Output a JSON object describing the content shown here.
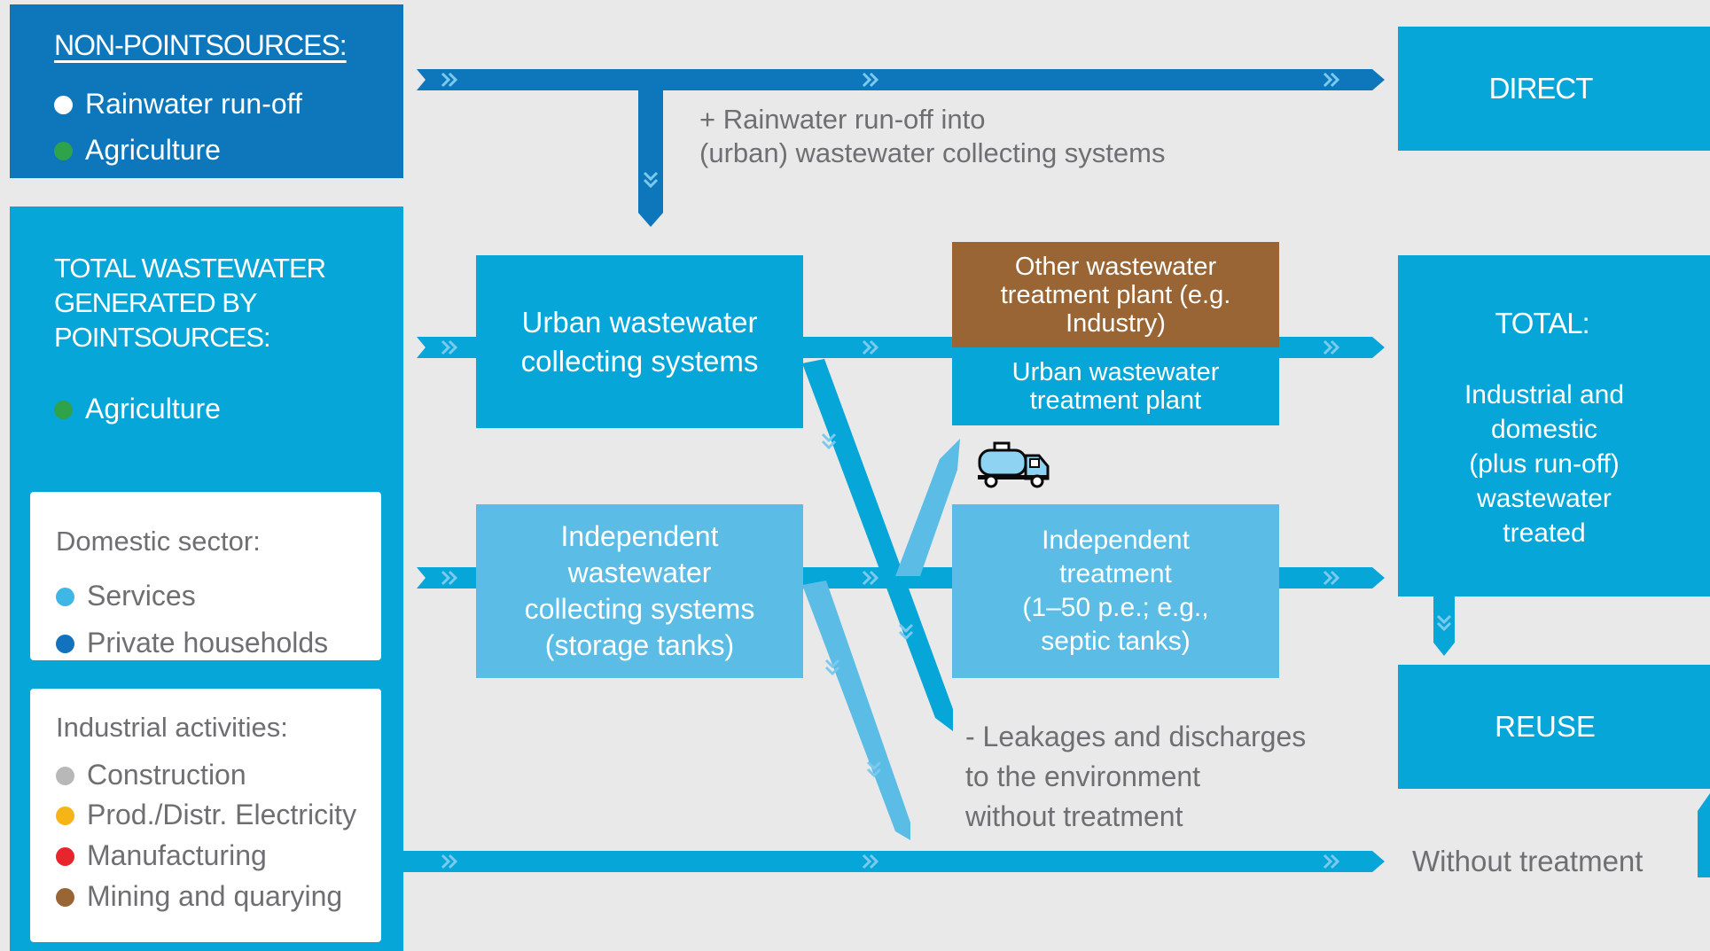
{
  "non_point": {
    "title": "NON-POINTSOURCES:",
    "items": [
      {
        "label": "Rainwater run-off",
        "color": "#ffffff"
      },
      {
        "label": "Agriculture",
        "color": "#2ea34a"
      }
    ]
  },
  "point": {
    "title_lines": [
      "TOTAL WASTEWATER",
      "GENERATED BY",
      "POINTSOURCES:"
    ],
    "agriculture": {
      "label": "Agriculture",
      "color": "#2ea34a"
    }
  },
  "domestic": {
    "title": "Domestic sector:",
    "items": [
      {
        "label": "Services",
        "color": "#3fb7e6"
      },
      {
        "label": "Private households",
        "color": "#1272bd"
      }
    ]
  },
  "industrial": {
    "title": "Industrial activities:",
    "items": [
      {
        "label": "Construction",
        "color": "#b8b8b8"
      },
      {
        "label": "Prod./Distr. Electricity",
        "color": "#f6b416"
      },
      {
        "label": "Manufacturing",
        "color": "#e6262c"
      },
      {
        "label": "Mining and quarying",
        "color": "#9a6535"
      }
    ]
  },
  "rainwater_note": {
    "lines": [
      "+ Rainwater run-off into",
      "(urban) wastewater collecting systems"
    ]
  },
  "nodes": {
    "urban_collecting": [
      "Urban wastewater",
      "collecting systems"
    ],
    "independent_collecting": [
      "Independent",
      "wastewater",
      "collecting systems",
      "(storage tanks)"
    ],
    "other_plant": [
      "Other wastewater",
      "treatment plant (e.g.",
      "Industry)"
    ],
    "urban_plant": [
      "Urban wastewater",
      "treatment plant"
    ],
    "independent_treatment": [
      "Independent",
      "treatment",
      "(1–50 p.e.; e.g.,",
      "septic tanks)"
    ],
    "direct": "DIRECT",
    "total_title": "TOTAL:",
    "total_body": [
      "Industrial and",
      "domestic",
      "(plus run-off)",
      "wastewater",
      "treated"
    ],
    "reuse": "REUSE"
  },
  "leakage_note": {
    "lines": [
      "- Leakages and discharges",
      "to the environment",
      "without treatment"
    ]
  },
  "without_treatment": "Without treatment",
  "icons": {
    "truck": "tanker-truck-icon",
    "chevrons": "double-chevron-icon"
  },
  "colors": {
    "dark": "#0e77bb",
    "mid": "#06a6d9",
    "light": "#5bbde6",
    "brown": "#9a6535",
    "grey_text": "#6f6f73",
    "background": "#e9e9ea"
  }
}
